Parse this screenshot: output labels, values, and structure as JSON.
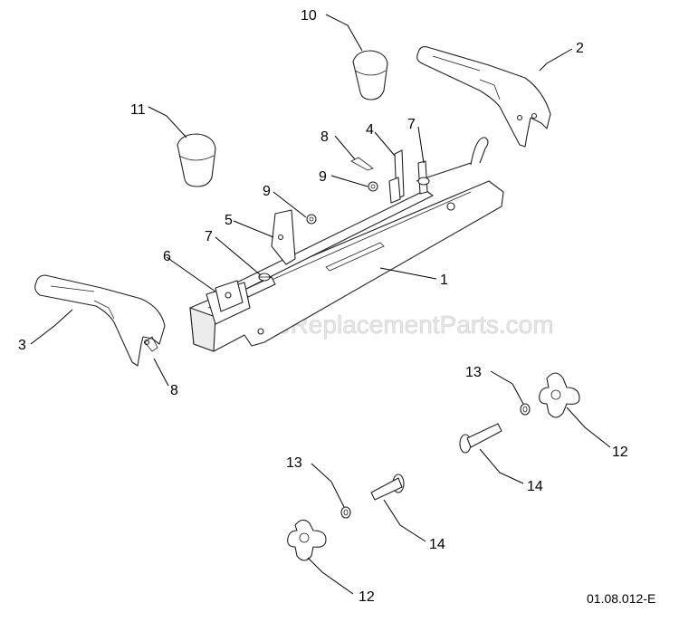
{
  "watermark": "eReplacementParts.com",
  "diagram_code": "01.08.012-E",
  "callouts": {
    "c1": "1",
    "c2": "2",
    "c3": "3",
    "c4": "4",
    "c5": "5",
    "c6": "6",
    "c7a": "7",
    "c7b": "7",
    "c8a": "8",
    "c8b": "8",
    "c9a": "9",
    "c9b": "9",
    "c10": "10",
    "c11": "11",
    "c12a": "12",
    "c12b": "12",
    "c13a": "13",
    "c13b": "13",
    "c14a": "14",
    "c14b": "14"
  }
}
